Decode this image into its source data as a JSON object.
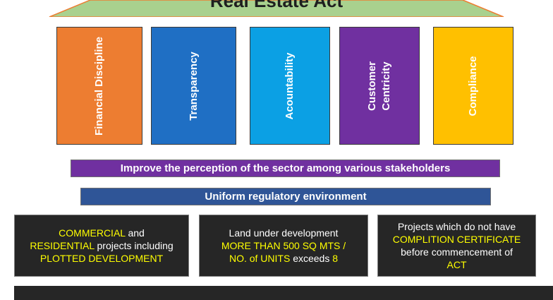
{
  "title": "Real Estate Act",
  "colors": {
    "roof": "#a9d18e",
    "financial": "#ed7d31",
    "transparency": "#1f6fc4",
    "accountability": "#0ba0e4",
    "customer": "#7030a0",
    "compliance": "#ffc000",
    "perception_banner": "#7030a0",
    "uniform_banner": "#2f5597",
    "box_bg": "#262626",
    "highlight": "#ffff00"
  },
  "pillars": [
    {
      "label": "Financial Discipline"
    },
    {
      "label": "Transparency"
    },
    {
      "label": "Acountability"
    },
    {
      "label": "Customer Centricity"
    },
    {
      "label": "Compliance"
    }
  ],
  "banners": {
    "perception": "Improve the perception of the sector among various stakeholders",
    "uniform": "Uniform regulatory environment"
  },
  "boxes": {
    "commercial": {
      "p1": "COMMERCIAL",
      "p2": " and",
      "p3": "RESIDENTIAL",
      "p4": "  projects including",
      "p5": "PLOTTED DEVELOPMENT"
    },
    "land": {
      "p1": "Land under development",
      "p2": "MORE THAN 500 SQ MTS /",
      "p3": "NO. of UNITS",
      "p4": " exceeds  ",
      "p5": "8"
    },
    "projects": {
      "p1": "Projects which do not have",
      "p2": "COMPLITION CERTIFICATE",
      "p3": "before  commencement of",
      "p4": "ACT"
    }
  }
}
